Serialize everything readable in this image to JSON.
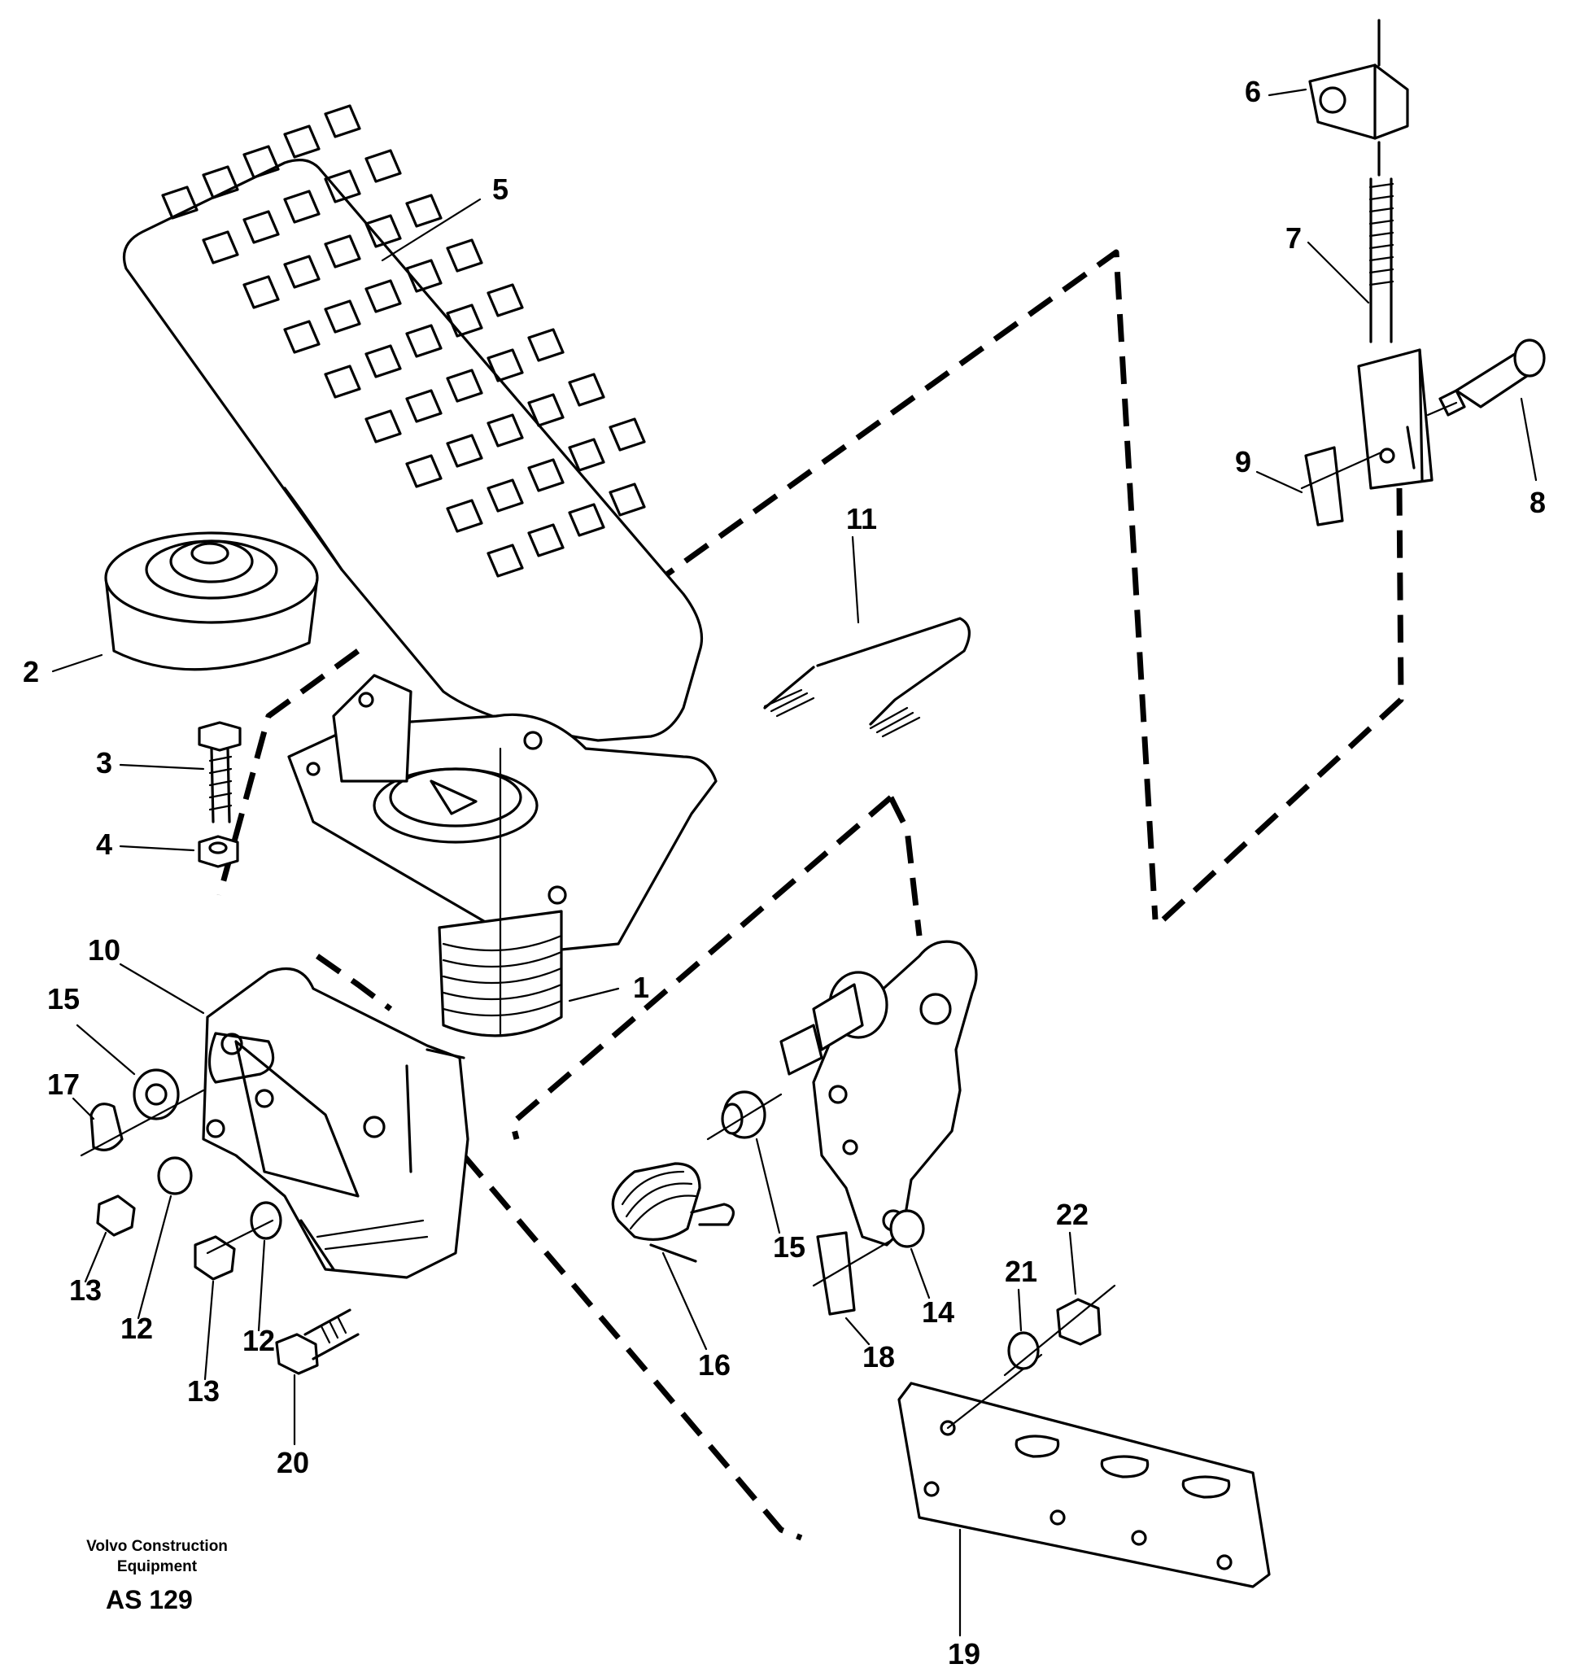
{
  "footer": {
    "brand_line1": "Volvo Construction",
    "brand_line2": "Equipment",
    "drawing_code": "AS 129"
  },
  "callouts": [
    "1",
    "2",
    "3",
    "4",
    "5",
    "6",
    "7",
    "8",
    "9",
    "10",
    "11",
    "12",
    "12",
    "13",
    "13",
    "14",
    "15",
    "15",
    "16",
    "17",
    "18",
    "19",
    "20",
    "21",
    "22"
  ]
}
